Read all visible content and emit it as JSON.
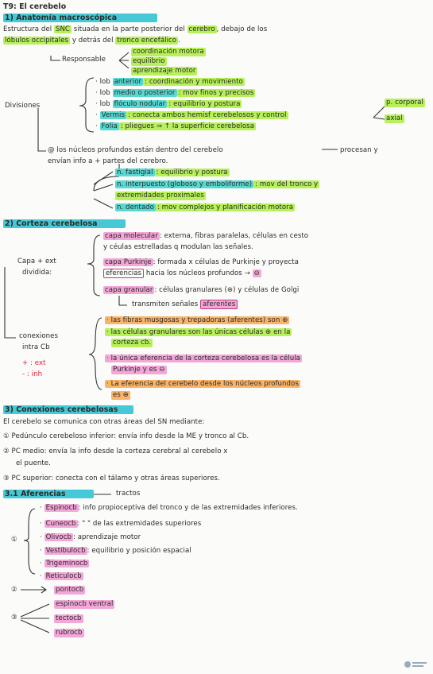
{
  "title": "T9: El cerebelo",
  "s1": {
    "header": "1) Anatomía macroscópica",
    "intro": {
      "p1": "Estructura del ",
      "snc": "SNC",
      "p2": " situada en la parte posterior del ",
      "cerebro": "cerebro",
      "p3": ", debajo de los",
      "p4": "lóbulos occipitales",
      "p5": " y detrás del ",
      "tronco": "tronco encefálico",
      "p6": "."
    },
    "responsable": {
      "label": "Responsable",
      "items": [
        "coordinación motora",
        "equilibrio",
        "aprendizaje motor"
      ]
    },
    "divisiones": {
      "label": "Divisiones",
      "lob1": {
        "pre": "· lob ",
        "hl": "anterior",
        "rest": ": coordinación y movimiento"
      },
      "lob2": {
        "pre": "· lob ",
        "hl": "medio o posterior",
        "rest": ": mov finos y precisos"
      },
      "lob3": {
        "pre": "· lob ",
        "hl": "flóculo nodular",
        "rest": ": equilibrio y postura"
      },
      "vermis": {
        "hl": "Vermis",
        "rest": ": conecta ambos hemisf cerebelosos y control"
      },
      "folia": {
        "hl": "Folia",
        "rest": ": pliegues ⇒ ↑ la superficie cerebelosa"
      },
      "pcorporal": "p. corporal",
      "axial": "axial"
    },
    "nucleos": {
      "line1a": "@ los núcleos profundos están dentro del cerebelo",
      "line1b": "procesan y",
      "line2": "envían info a + partes del cerebro.",
      "fastigial": {
        "hl": "n. fastigial",
        "rest": ": equilibrio y postura"
      },
      "interpuesto": {
        "hl": "n. interpuesto (globoso y emboliforme)",
        "rest": ": mov del tronco y"
      },
      "interpuesto2": "extremidades proximales",
      "dentado": {
        "hl": "n. dentado",
        "rest": ": mov complejos y planificación motora"
      }
    }
  },
  "s2": {
    "header": "2) Corteza cerebelosa",
    "capa_label_1": "Capa + ext",
    "capa_label_2": "dividida:",
    "molecular": {
      "hl": "capa molecular",
      "rest1": ": externa, fibras paralelas, células en cesto",
      "rest2": "y céulas estrelladas q modulan las señales."
    },
    "purkinje": {
      "hl": "capa Purkinje",
      "rest1": ": formada x células de Purkinje y proyecta",
      "box": "eferencias",
      "rest2": " hacia los núcleos profundos",
      "sign": "⊖"
    },
    "granular": {
      "hl": "capa granular",
      "rest1": ": células granulares (⊕) y células de Golgi",
      "rest2": "transmiten señales ",
      "box": "aferentes"
    },
    "conexiones_label_1": "conexiones",
    "conexiones_label_2": "intra Cb",
    "plus_ext": "+ : ext",
    "minus_inh": "- : inh",
    "c1": "· las fibras musgosas y trepadoras (aferentes) son ⊕",
    "c2": "· las células granulares son las únicas células ⊕ en la",
    "c2b": "corteza cb.",
    "c3": "· la única eferencia de la corteza cerebelosa es la célula",
    "c3b": "Purkinje y es ⊖",
    "c4": "· La eferencia del cerebelo desde los núcleos profundos",
    "c4b": "es ⊕"
  },
  "s3": {
    "header": "3) Conexiones cerebelosas",
    "intro": "El cerebelo se comunica con otras áreas del SN mediante:",
    "p1": "① Pedúnculo cerebeloso inferior: envía info desde la ME y tronco al Cb.",
    "p2a": "② PC medio: envía la info desde la corteza cerebral al cerebelo x",
    "p2b": "el puente.",
    "p3": "③ PC superior: conecta con el tálamo y otras áreas superiores."
  },
  "s31": {
    "header": "3.1 Aferencias",
    "tractos": "tractos",
    "g1": "①",
    "items1": [
      {
        "hl": "Espinocb",
        "rest": ": info propioceptiva del tronco y de las extremidades inferiores."
      },
      {
        "hl": "Cuneocb",
        "rest": ":   \"        \"          de las extremidades superiores"
      },
      {
        "hl": "Olivocb",
        "rest": ": aprendizaje motor"
      },
      {
        "hl": "Vestibulocb",
        "rest": ": equilibrio y posición espacial"
      },
      {
        "hl": "Trigeminocb",
        "rest": ""
      },
      {
        "hl": "Reticulocb",
        "rest": ""
      }
    ],
    "g2": "②",
    "pontocb": "pontocb",
    "g3": "③",
    "items3": [
      "espinocb ventral",
      "tectocb",
      "rubrocb"
    ]
  },
  "colors": {
    "lime": "#b7f05a",
    "teal": "#57d9d2",
    "pink": "#f2a7d8",
    "orange": "#f9b46a"
  }
}
